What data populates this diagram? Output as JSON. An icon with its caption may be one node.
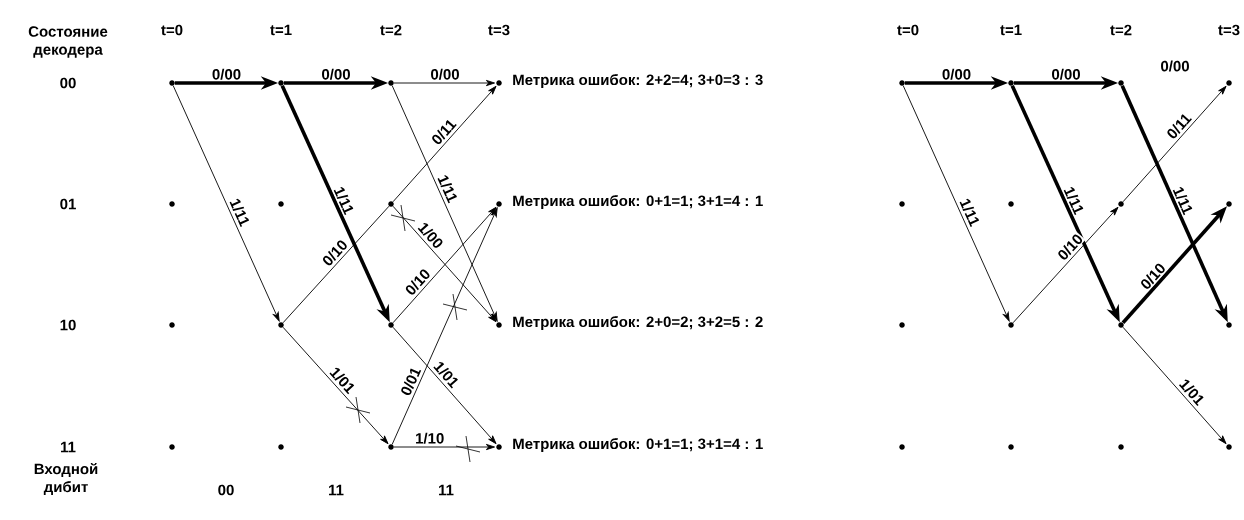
{
  "diagram": {
    "nodes": [
      {
        "text": [],
        "shape": "circle"
      },
      {
        "text": [],
        "shape": "circle"
      },
      {
        "text": [],
        "shape": "circle"
      },
      {
        "text": [],
        "shape": "circle"
      },
      {
        "text": [],
        "shape": "circle"
      },
      {
        "text": [],
        "shape": "circle"
      },
      {
        "text": [],
        "shape": "circle"
      },
      {
        "text": [],
        "shape": "circle"
      },
      {
        "text": [],
        "shape": "circle"
      },
      {
        "text": [],
        "shape": "circle"
      },
      {
        "text": [],
        "shape": "circle"
      },
      {
        "text": [],
        "shape": "circle"
      },
      {
        "text": [],
        "shape": "circle",
        "beside": [
          "Метрика ошибок: 2+2=4; 3+0=3 : 3"
        ]
      },
      {
        "text": [],
        "shape": "circle",
        "beside": [
          "Метрика ошибок: 0+1=1; 3+1=4 : 1"
        ]
      },
      {
        "text": [],
        "shape": "circle",
        "beside": [
          "Метрика ошибок: 2+0=2; 3+2=5 : 2"
        ]
      },
      {
        "text": [],
        "shape": "circle",
        "beside": [
          "Метрика ошибок: 0+1=1; 3+1=4 : 1"
        ]
      },
      {
        "text": [],
        "shape": "circle"
      },
      {
        "text": [],
        "shape": "circle"
      },
      {
        "text": [],
        "shape": "circle"
      },
      {
        "text": [],
        "shape": "circle"
      },
      {
        "text": [],
        "shape": "circle"
      },
      {
        "text": [],
        "shape": "circle"
      },
      {
        "text": [],
        "shape": "circle"
      },
      {
        "text": [],
        "shape": "circle"
      },
      {
        "text": [],
        "shape": "circle"
      },
      {
        "text": [],
        "shape": "circle"
      },
      {
        "text": [],
        "shape": "circle"
      },
      {
        "text": [],
        "shape": "circle"
      },
      {
        "text": [],
        "shape": "circle"
      },
      {
        "text": [],
        "shape": "circle"
      },
      {
        "text": [],
        "shape": "circle"
      },
      {
        "text": [],
        "shape": "circle"
      }
    ],
    "edges": [
      {
        "from": 0,
        "to": 4,
        "arrow": "to",
        "label": "0/00",
        "style": "thick"
      },
      {
        "from": 0,
        "to": 6,
        "arrow": "to",
        "label": "1/11"
      },
      {
        "from": 4,
        "to": 8,
        "arrow": "to",
        "label": "0/00",
        "style": "thick"
      },
      {
        "from": 4,
        "to": 10,
        "arrow": "to",
        "label": "1/11",
        "style": "thick"
      },
      {
        "from": 6,
        "to": 9,
        "arrow": "none",
        "label": "0/10"
      },
      {
        "from": 6,
        "to": 11,
        "arrow": "to",
        "label": "1/01"
      },
      {
        "from": 8,
        "to": 12,
        "arrow": "to",
        "label": "0/00"
      },
      {
        "from": 8,
        "to": 14,
        "arrow": "to",
        "label": "1/11"
      },
      {
        "from": 9,
        "to": 12,
        "arrow": "to",
        "label": "0/11"
      },
      {
        "from": 9,
        "to": 14,
        "arrow": "to",
        "label": "1/00"
      },
      {
        "from": 10,
        "to": 13,
        "arrow": "to",
        "label": "0/10"
      },
      {
        "from": 10,
        "to": 15,
        "arrow": "to",
        "label": "1/01"
      },
      {
        "from": 11,
        "to": 13,
        "arrow": "to",
        "label": "0/01"
      },
      {
        "from": 11,
        "to": 15,
        "arrow": "to",
        "label": "1/10"
      },
      {
        "from": 16,
        "to": 20,
        "arrow": "to",
        "label": "0/00",
        "style": "thick"
      },
      {
        "from": 16,
        "to": 22,
        "arrow": "to",
        "label": "1/11"
      },
      {
        "from": 20,
        "to": 24,
        "arrow": "to",
        "label": "0/00",
        "style": "thick"
      },
      {
        "from": 20,
        "to": 26,
        "arrow": "to",
        "label": "1/11",
        "style": "thick"
      },
      {
        "from": 22,
        "to": 25,
        "arrow": "to",
        "label": "0/10"
      },
      {
        "from": 24,
        "to": 30,
        "arrow": "to",
        "label": "1/11",
        "style": "thick"
      },
      {
        "from": 25,
        "to": 28,
        "arrow": "to",
        "label": "0/11"
      },
      {
        "from": 26,
        "to": 29,
        "arrow": "to",
        "label": "0/10",
        "style": "thick"
      },
      {
        "from": 26,
        "to": 31,
        "arrow": "to",
        "label": "1/01"
      }
    ],
    "labels": [
      "Состояние декодера",
      "t=0",
      "t=1",
      "t=2",
      "t=3",
      "t=0",
      "t=1",
      "t=2",
      "t=3",
      "00",
      "01",
      "10",
      "11",
      "Входной дибит",
      "00",
      "11",
      "11",
      "0/00"
    ]
  }
}
